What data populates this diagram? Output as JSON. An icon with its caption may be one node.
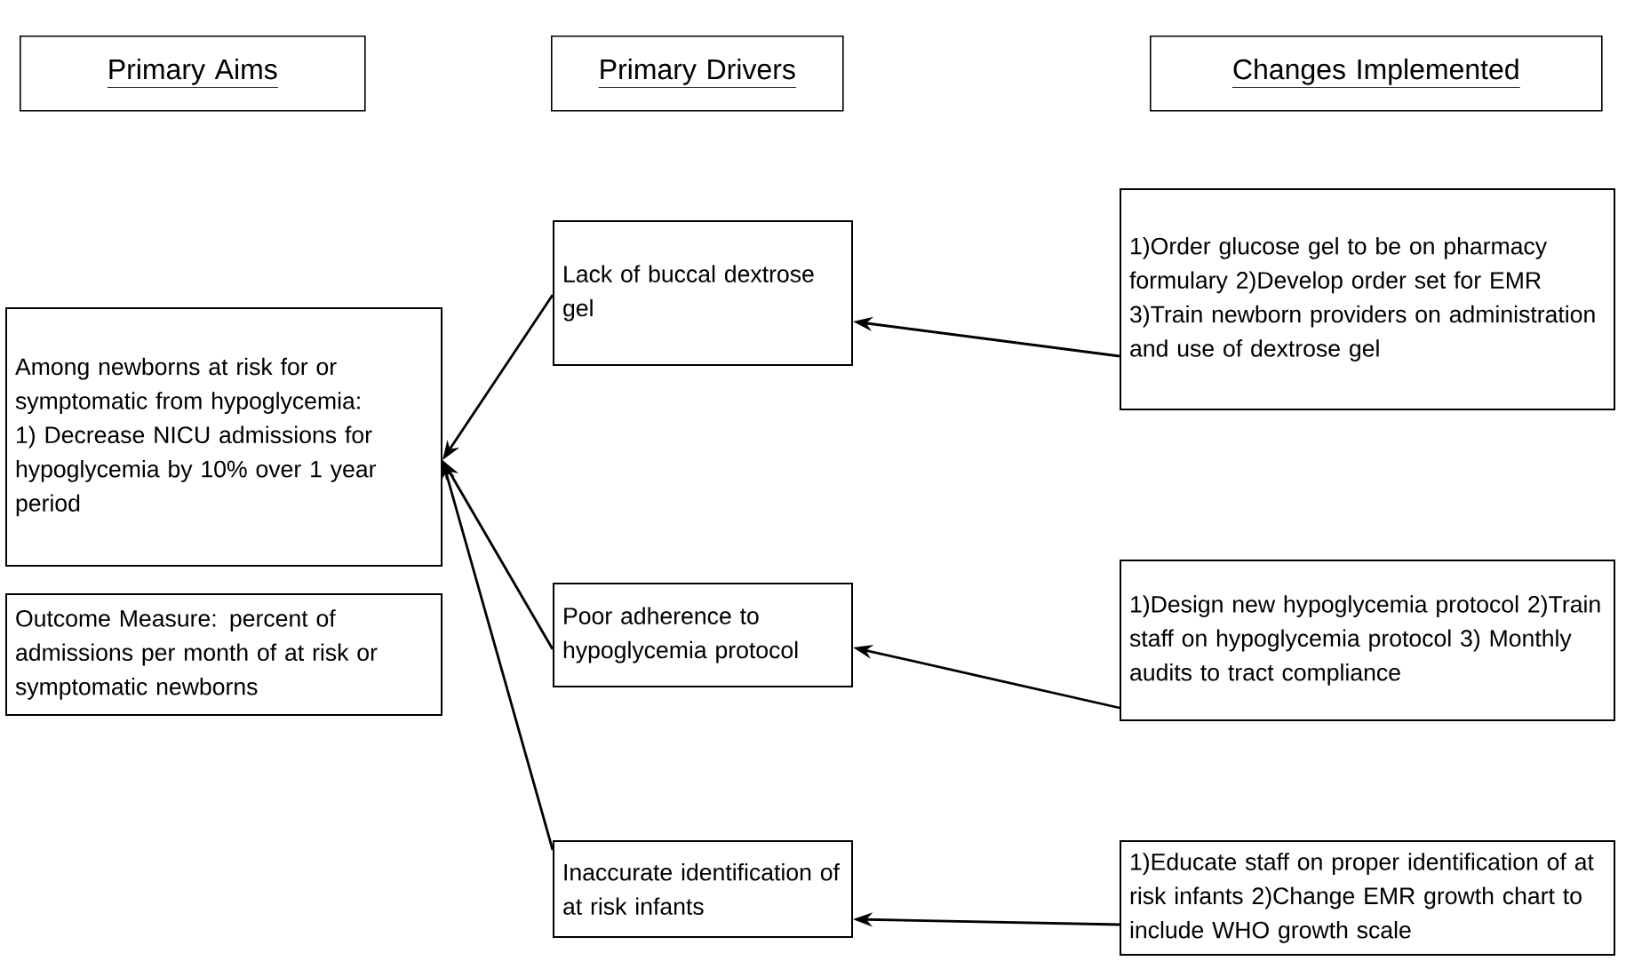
{
  "diagram": {
    "nodes": [
      {
        "text": [
          "Primary Aims"
        ]
      },
      {
        "text": [
          "Primary Drivers"
        ]
      },
      {
        "text": [
          "Changes Implemented"
        ]
      },
      {
        "text": [
          "Among newborns at risk for or symptomatic from hypoglycemia: 1) Decrease NICU admissions for hypoglycemia by 10% over 1 year period"
        ]
      },
      {
        "text": [
          "Outcome Measure: percent of admissions per month of at risk or symptomatic newborns"
        ]
      },
      {
        "text": [
          "Lack of buccal dextrose gel"
        ]
      },
      {
        "text": [
          "Poor adherence to hypoglycemia protocol"
        ]
      },
      {
        "text": [
          "Inaccurate identification of at risk infants"
        ]
      },
      {
        "text": [
          "1)Order glucose gel to be on pharmacy formulary 2)Develop order set for EMR 3)Train newborn providers on administration and use of dextrose gel"
        ]
      },
      {
        "text": [
          "1)Design new hypoglycemia protocol 2)Train staff on hypoglycemia protocol 3) Monthly audits to tract compliance"
        ]
      },
      {
        "text": [
          "1)Educate staff on proper identification of at risk infants 2)Change EMR growth chart to include WHO growth scale"
        ]
      }
    ],
    "edges": [
      {
        "from": 5,
        "to": 3,
        "arrow": "to"
      },
      {
        "from": 6,
        "to": 3,
        "arrow": "to"
      },
      {
        "from": 7,
        "to": 3,
        "arrow": "to"
      },
      {
        "from": 8,
        "to": 5,
        "arrow": "to"
      },
      {
        "from": 9,
        "to": 6,
        "arrow": "to"
      },
      {
        "from": 10,
        "to": 7,
        "arrow": "to"
      }
    ]
  }
}
